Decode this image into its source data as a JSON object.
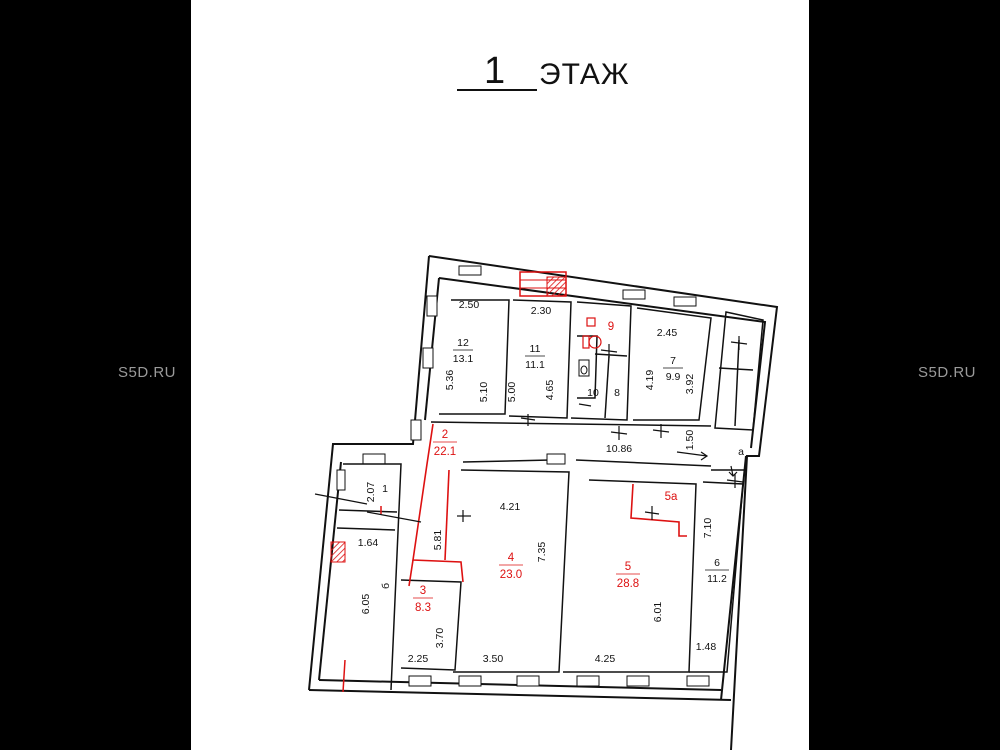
{
  "site": {
    "watermark": "S5D.RU"
  },
  "title": {
    "floor_number": "1",
    "floor_word": "ЭТАЖ"
  },
  "colors": {
    "wall": "#111111",
    "red": "#dd1111",
    "background": "#000000",
    "sheet": "#ffffff"
  },
  "rooms": {
    "r12": {
      "number": "12",
      "area": "13.1"
    },
    "r11": {
      "number": "11",
      "area": "11.1"
    },
    "r9": {
      "number": "9"
    },
    "r10": {
      "number": "10"
    },
    "r8": {
      "number": "8"
    },
    "r7": {
      "number": "7",
      "area": "9.9"
    },
    "r2": {
      "number": "2",
      "area": "22.1"
    },
    "r1": {
      "number": "1"
    },
    "r3": {
      "number": "3",
      "area": "8.3"
    },
    "r4": {
      "number": "4",
      "area": "23.0"
    },
    "r5": {
      "number": "5",
      "area": "28.8"
    },
    "r5a": {
      "number": "5а"
    },
    "r6": {
      "number": "6",
      "area": "11.2"
    },
    "rb": {
      "number": "б"
    },
    "ra": {
      "number": "а"
    }
  },
  "dims": {
    "d250": "2.50",
    "d230": "2.30",
    "d245": "2.45",
    "d536": "5.36",
    "d510": "5.10",
    "d500": "5.00",
    "d465": "4.65",
    "d419": "4.19",
    "d392": "3.92",
    "d1086": "10.86",
    "d150": "1.50",
    "d207": "2.07",
    "d164": "1.64",
    "d605": "6.05",
    "d581": "5.81",
    "d421": "4.21",
    "d735": "7.35",
    "d370": "3.70",
    "d225": "2.25",
    "d350": "3.50",
    "d425": "4.25",
    "d601": "6.01",
    "d710": "7.10",
    "d148": "1.48"
  }
}
